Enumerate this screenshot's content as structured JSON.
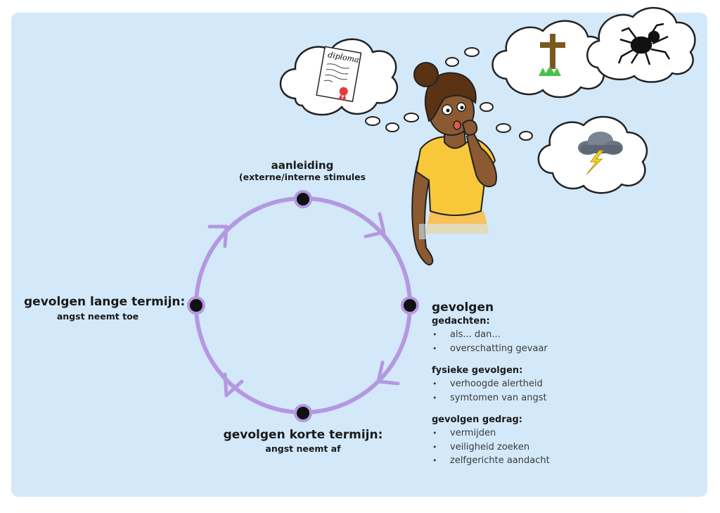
{
  "cycle": {
    "top": {
      "title": "aanleiding",
      "subtitle": "(externe/interne stimules"
    },
    "right": {
      "title": "gevolgen",
      "groups": [
        {
          "title": "gedachten:",
          "items": [
            "als... dan...",
            "overschatting gevaar"
          ]
        },
        {
          "title": "fysieke gevolgen:",
          "items": [
            "verhoogde alertheid",
            "symtomen van angst"
          ]
        },
        {
          "title": "gevolgen gedrag:",
          "items": [
            "vermijden",
            "veiligheid zoeken",
            "zelfgerichte aandacht"
          ]
        }
      ]
    },
    "bottom": {
      "title": "gevolgen korte termijn:",
      "subtitle": "angst neemt af"
    },
    "left": {
      "title": "gevolgen lange termijn:",
      "subtitle": "angst neemt toe"
    }
  },
  "illustration": {
    "diploma_label": "diploma",
    "thought_icons": [
      "diploma-icon",
      "grave-cross-icon",
      "spider-icon",
      "thunderstorm-icon"
    ]
  },
  "colors": {
    "background": "#d3e9fa",
    "cycle_stroke": "#b498e0",
    "node_fill": "#111111"
  }
}
